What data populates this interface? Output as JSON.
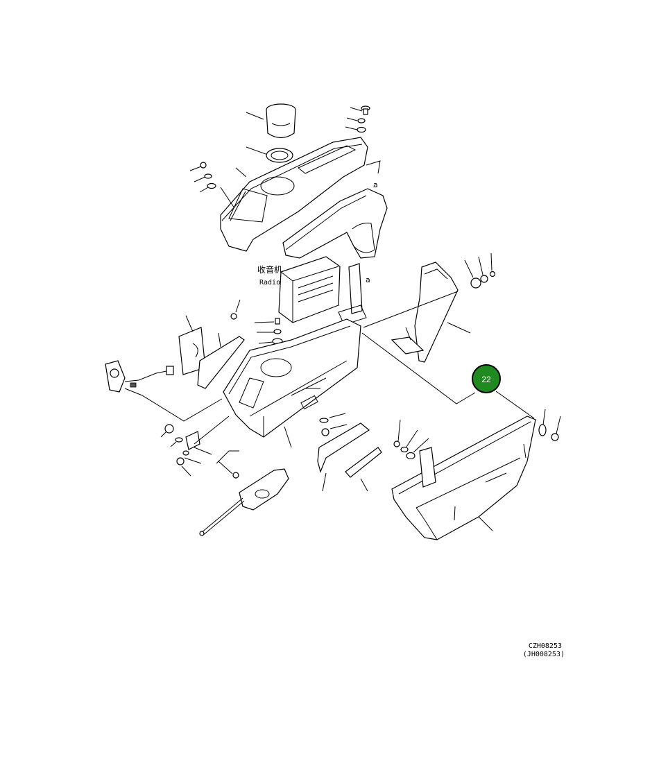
{
  "labels": {
    "radio_cn": "收音机",
    "radio_en": "Radio",
    "ref_a_top": "a",
    "ref_a_mid": "a"
  },
  "callout": {
    "number": "22",
    "fill_color": "#1f8a1f",
    "ring_color": "#000000"
  },
  "drawing_codes": {
    "primary": "CZH08253",
    "secondary": "(JH008253)"
  }
}
